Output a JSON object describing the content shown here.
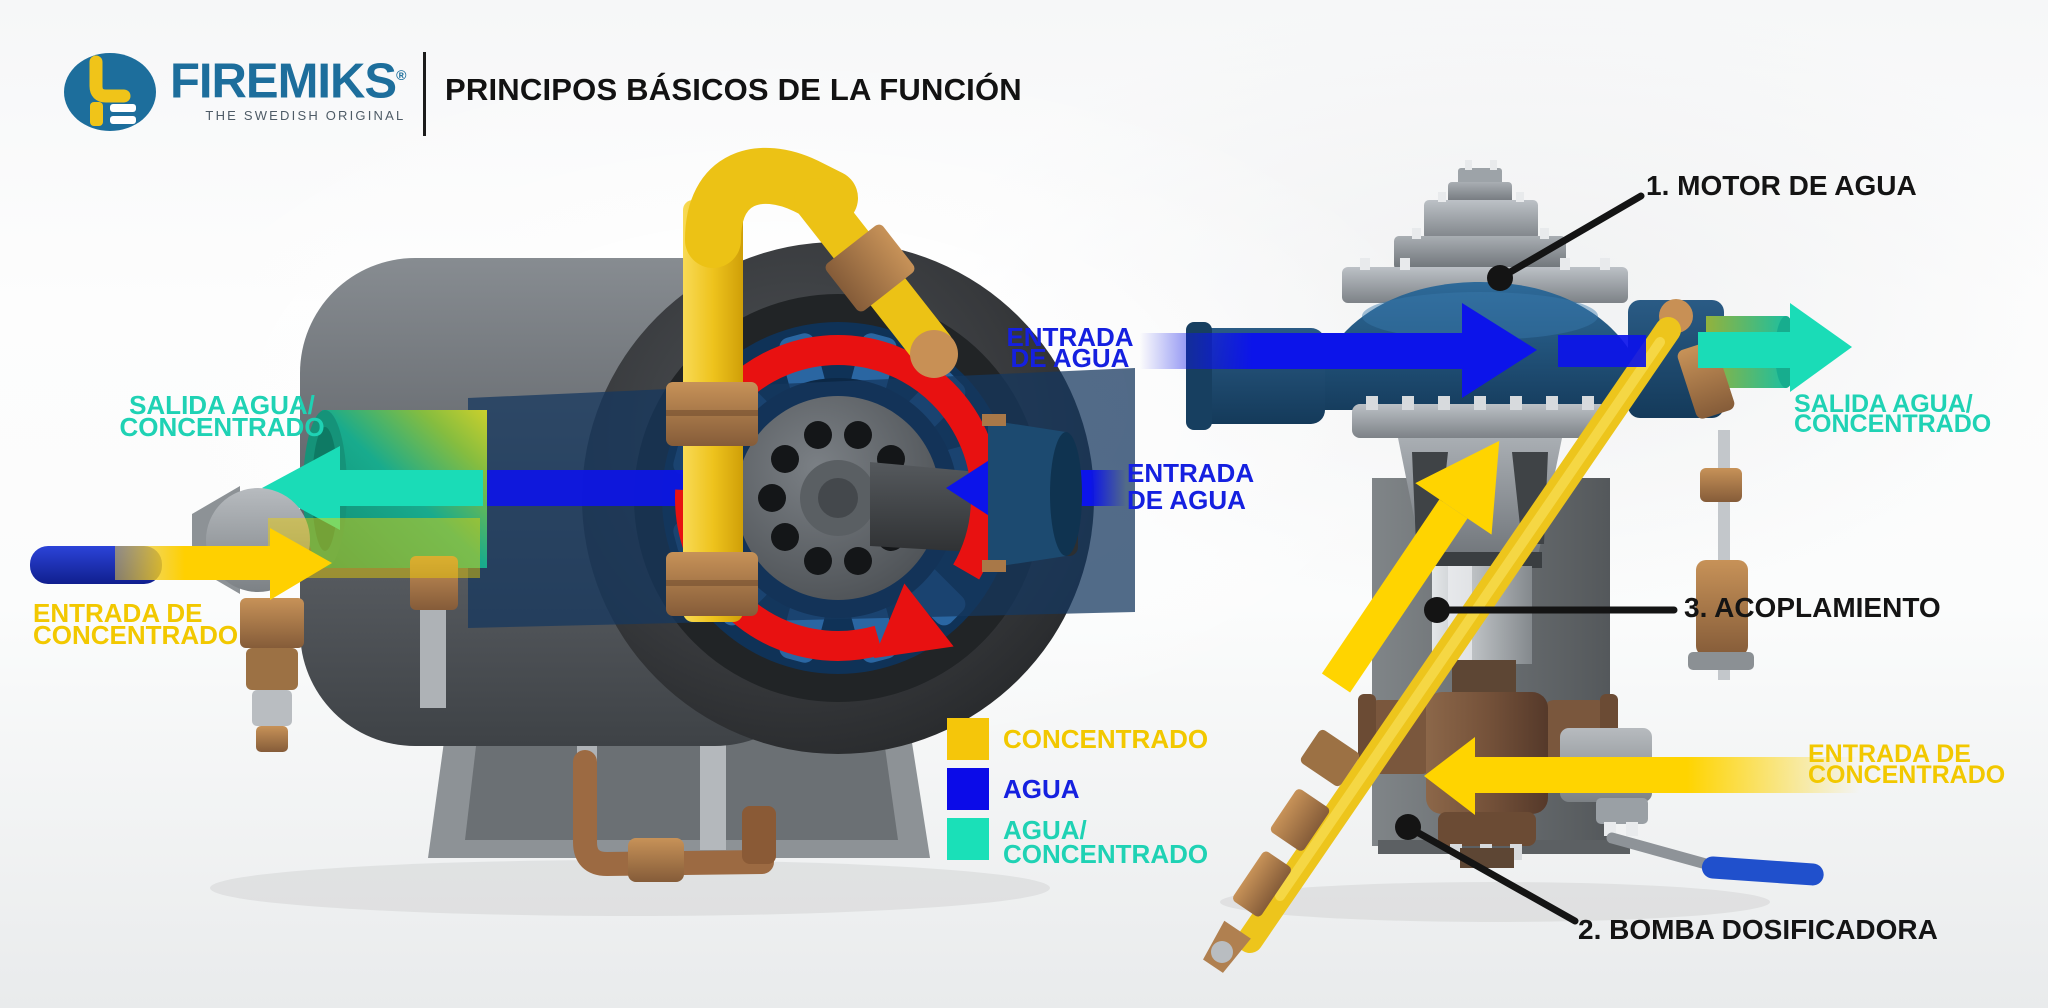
{
  "header": {
    "brand_name": "FIREMIKS",
    "brand_mark": "®",
    "brand_tagline": "THE SWEDISH ORIGINAL",
    "title": "PRINCIPOS BÁSICOS DE LA FUNCIÓN"
  },
  "colors": {
    "concentrate_yellow": "#F5C60A",
    "water_blue": "#0B0BE8",
    "mix_cyan": "#1AE0B8",
    "label_cyan": "#1FD2B4",
    "label_blue": "#1520E0",
    "label_yellow": "#F2C800",
    "callout_black": "#141414",
    "brand_blue": "#1D6E9C",
    "rotation_red": "#E81111"
  },
  "left_view": {
    "label_outlet_line1": "SALIDA AGUA/",
    "label_outlet_line2": "CONCENTRADO",
    "label_water_line1": "ENTRADA",
    "label_water_line2": "DE AGUA",
    "label_concentrate_line1": "ENTRADA DE",
    "label_concentrate_line2": "CONCENTRADO"
  },
  "right_view": {
    "label_water_line1": "ENTRADA",
    "label_water_line2": "DE AGUA",
    "label_outlet_line1": "SALIDA AGUA/",
    "label_outlet_line2": "CONCENTRADO",
    "label_concentrate_line1": "ENTRADA DE",
    "label_concentrate_line2": "CONCENTRADO",
    "callout_motor": "1. MOTOR DE AGUA",
    "callout_coupling": "3. ACOPLAMIENTO",
    "callout_pump": "2. BOMBA DOSIFICADORA"
  },
  "legend": {
    "items": [
      {
        "label": "CONCENTRADO",
        "color": "#F5C60A"
      },
      {
        "label": "AGUA",
        "color": "#0B0BE8"
      },
      {
        "line1": "AGUA/",
        "line2": "CONCENTRADO",
        "color": "#1AE0B8"
      }
    ]
  }
}
